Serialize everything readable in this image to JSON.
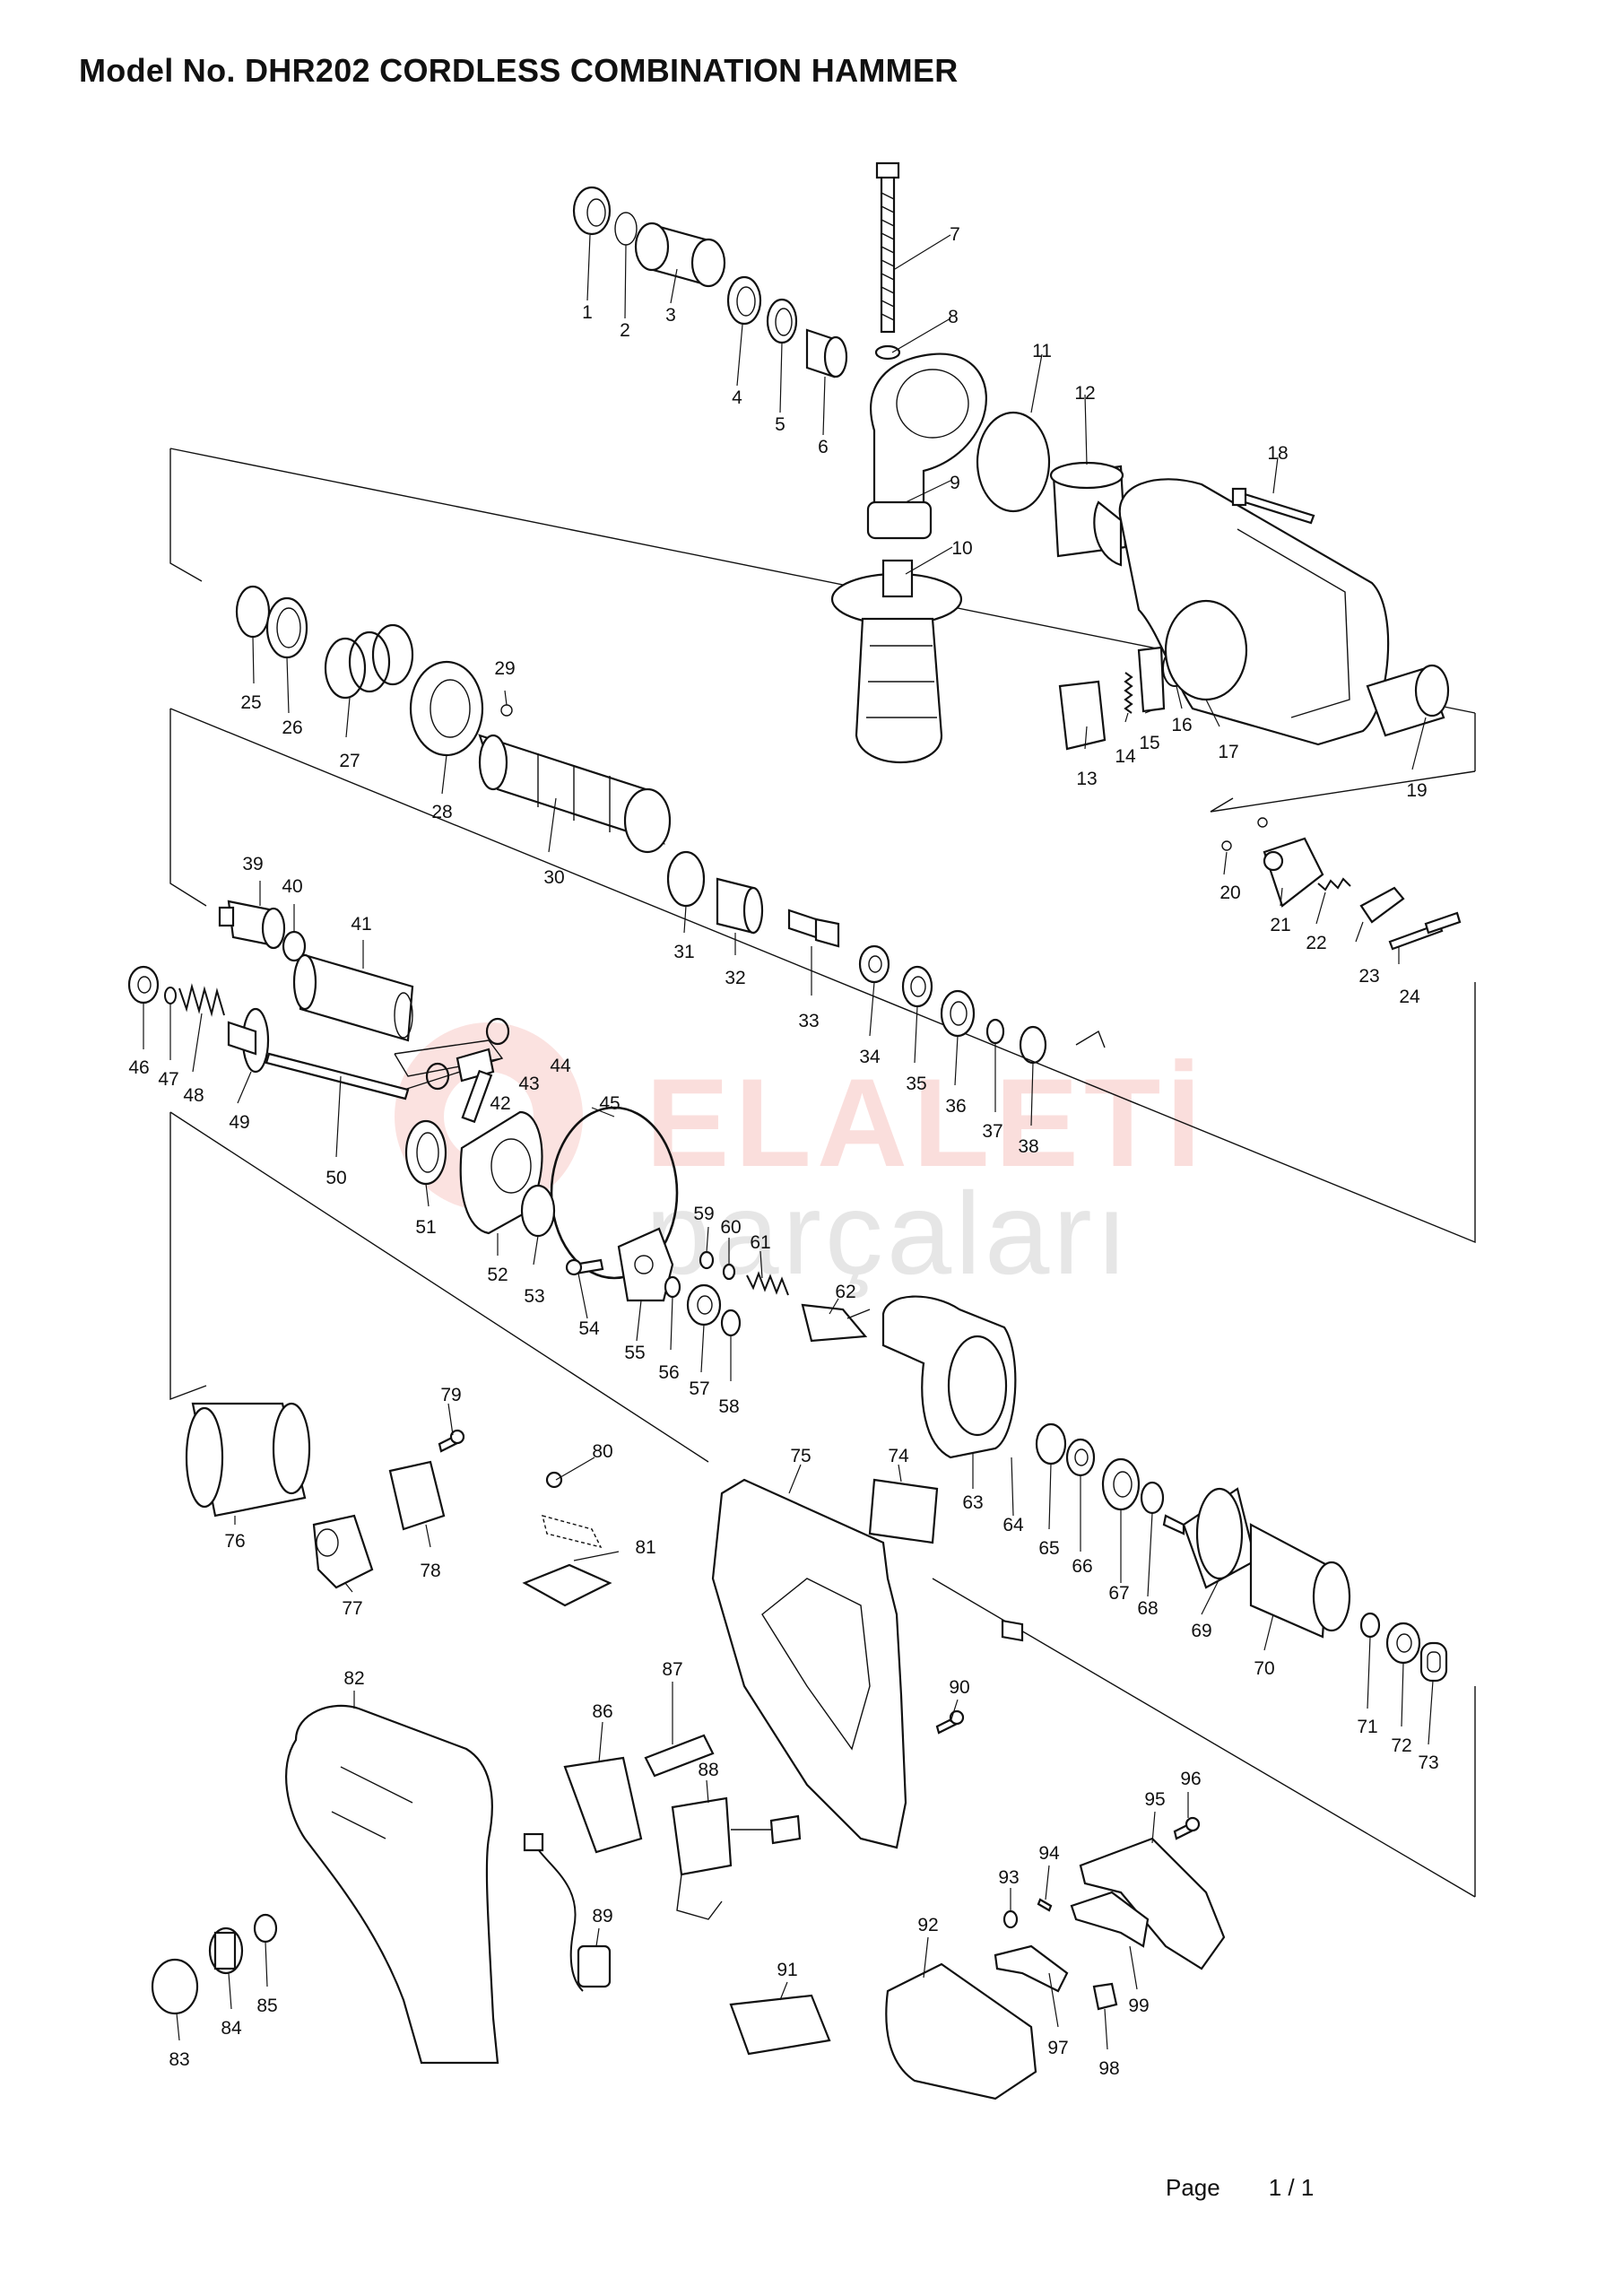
{
  "title": "Model No. DHR202  CORDLESS COMBINATION HAMMER",
  "watermark": {
    "line1": "ELALETİ",
    "line2": "parçaları",
    "color": "#e63a2e"
  },
  "footer": {
    "page_label": "Page",
    "page_number": "1 / 1"
  },
  "parts": [
    {
      "no": "1"
    },
    {
      "no": "2"
    },
    {
      "no": "3"
    },
    {
      "no": "4"
    },
    {
      "no": "5"
    },
    {
      "no": "6"
    },
    {
      "no": "7"
    },
    {
      "no": "8"
    },
    {
      "no": "9"
    },
    {
      "no": "10"
    },
    {
      "no": "11"
    },
    {
      "no": "12"
    },
    {
      "no": "13"
    },
    {
      "no": "14"
    },
    {
      "no": "15"
    },
    {
      "no": "16"
    },
    {
      "no": "17"
    },
    {
      "no": "18"
    },
    {
      "no": "19"
    },
    {
      "no": "20"
    },
    {
      "no": "21"
    },
    {
      "no": "22"
    },
    {
      "no": "23"
    },
    {
      "no": "24"
    },
    {
      "no": "25"
    },
    {
      "no": "26"
    },
    {
      "no": "27"
    },
    {
      "no": "28"
    },
    {
      "no": "29"
    },
    {
      "no": "30"
    },
    {
      "no": "31"
    },
    {
      "no": "32"
    },
    {
      "no": "33"
    },
    {
      "no": "34"
    },
    {
      "no": "35"
    },
    {
      "no": "36"
    },
    {
      "no": "37"
    },
    {
      "no": "38"
    },
    {
      "no": "39"
    },
    {
      "no": "40"
    },
    {
      "no": "41"
    },
    {
      "no": "42"
    },
    {
      "no": "43"
    },
    {
      "no": "44"
    },
    {
      "no": "45"
    },
    {
      "no": "46"
    },
    {
      "no": "47"
    },
    {
      "no": "48"
    },
    {
      "no": "49"
    },
    {
      "no": "50"
    },
    {
      "no": "51"
    },
    {
      "no": "52"
    },
    {
      "no": "53"
    },
    {
      "no": "54"
    },
    {
      "no": "55"
    },
    {
      "no": "56"
    },
    {
      "no": "57"
    },
    {
      "no": "58"
    },
    {
      "no": "59"
    },
    {
      "no": "60"
    },
    {
      "no": "61"
    },
    {
      "no": "62"
    },
    {
      "no": "63"
    },
    {
      "no": "64"
    },
    {
      "no": "65"
    },
    {
      "no": "66"
    },
    {
      "no": "67"
    },
    {
      "no": "68"
    },
    {
      "no": "69"
    },
    {
      "no": "70"
    },
    {
      "no": "71"
    },
    {
      "no": "72"
    },
    {
      "no": "73"
    },
    {
      "no": "74"
    },
    {
      "no": "75"
    },
    {
      "no": "76"
    },
    {
      "no": "77"
    },
    {
      "no": "78"
    },
    {
      "no": "79"
    },
    {
      "no": "80"
    },
    {
      "no": "81"
    },
    {
      "no": "82"
    },
    {
      "no": "83"
    },
    {
      "no": "84"
    },
    {
      "no": "85"
    },
    {
      "no": "86"
    },
    {
      "no": "87"
    },
    {
      "no": "88"
    },
    {
      "no": "89"
    },
    {
      "no": "90"
    },
    {
      "no": "91"
    },
    {
      "no": "92"
    },
    {
      "no": "93"
    },
    {
      "no": "94"
    },
    {
      "no": "95"
    },
    {
      "no": "96"
    },
    {
      "no": "97"
    },
    {
      "no": "98"
    },
    {
      "no": "99"
    }
  ]
}
